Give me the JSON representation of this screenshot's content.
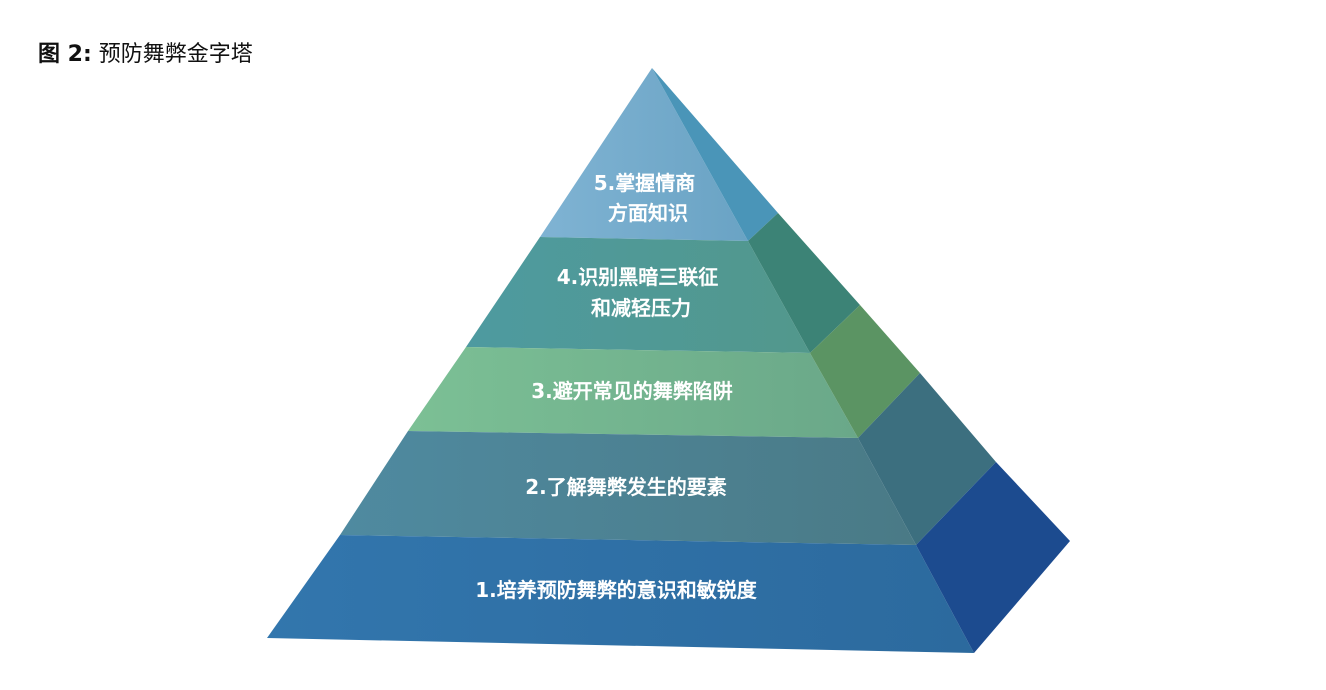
{
  "title": {
    "figure_label": "图 2:",
    "text": "预防舞弊金字塔"
  },
  "pyramid": {
    "levels": [
      {
        "lines": [
          "5.掌握情商",
          "方面知识"
        ]
      },
      {
        "lines": [
          "4.识别黑暗三联征",
          "和减轻压力"
        ]
      },
      {
        "lines": [
          "3.避开常见的舞弊陷阱"
        ]
      },
      {
        "lines": [
          "2.了解舞弊发生的要素"
        ]
      },
      {
        "lines": [
          "1.培养预防舞弊的意识和敏锐度"
        ]
      }
    ]
  },
  "colors": {
    "level5_front": "#6ea6c8",
    "level5_side": "#4b93b5",
    "level4_front": "#4f9b95",
    "level4_side": "#3d8178",
    "level3_front": "#72b48d",
    "level3_side": "#5a9468",
    "level2_front": "#4e8294",
    "level2_side": "#3e6d7d",
    "level1_front": "#2f6ea2",
    "level1_side": "#1c4a8e"
  }
}
